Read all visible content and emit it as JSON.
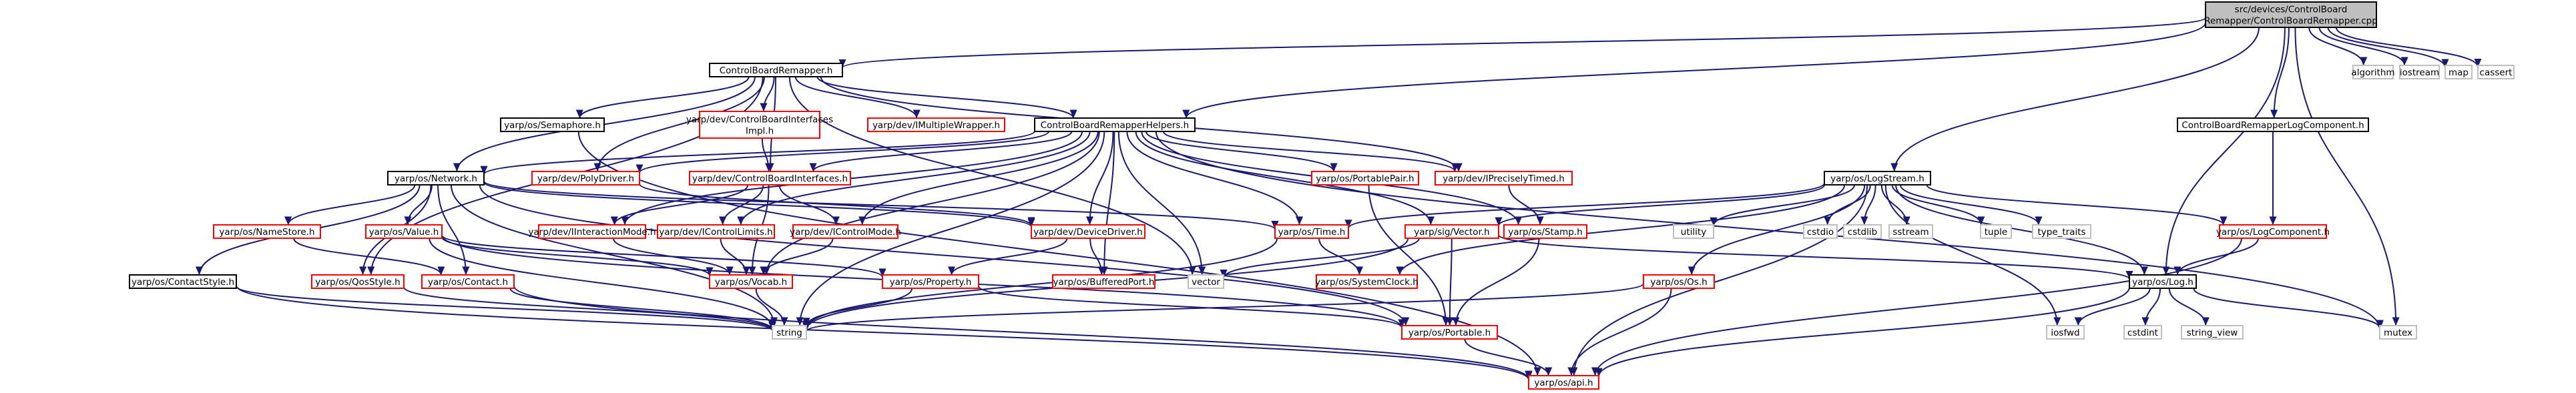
{
  "title": "src/devices/ControlBoardRemapper/ControlBoardRemapper.cpp",
  "colors": {
    "edge": "#191970",
    "root_fill": "#bfbfbf",
    "black_border": "#000000",
    "red_border": "#ff0000",
    "gray_border": "#bfbfbf"
  },
  "nodes": {
    "root": [
      "src/devices/ControlBoard",
      "Remapper/ControlBoardRemapper.cpp"
    ],
    "algorithm": [
      "algorithm"
    ],
    "iostream": [
      "iostream"
    ],
    "map": [
      "map"
    ],
    "cassert": [
      "cassert"
    ],
    "cbr_h": [
      "ControlBoardRemapper.h"
    ],
    "cbr_helpers": [
      "ControlBoardRemapperHelpers.h"
    ],
    "cbr_logcomp": [
      "ControlBoardRemapperLogComponent.h"
    ],
    "semaphore": [
      "yarp/os/Semaphore.h"
    ],
    "cbi_impl": [
      "yarp/dev/ControlBoardInterfaces",
      "Impl.h"
    ],
    "imultiplewrapper": [
      "yarp/dev/IMultipleWrapper.h"
    ],
    "network": [
      "yarp/os/Network.h"
    ],
    "polydriver": [
      "yarp/dev/PolyDriver.h"
    ],
    "cbi": [
      "yarp/dev/ControlBoardInterfaces.h"
    ],
    "portablepair": [
      "yarp/os/PortablePair.h"
    ],
    "ipreciselytimed": [
      "yarp/dev/IPreciselyTimed.h"
    ],
    "logstream": [
      "yarp/os/LogStream.h"
    ],
    "namestore": [
      "yarp/os/NameStore.h"
    ],
    "value": [
      "yarp/os/Value.h"
    ],
    "interactionmode": [
      "yarp/dev/IInteractionMode.h"
    ],
    "icontrollimits": [
      "yarp/dev/IControlLimits.h"
    ],
    "icontrolmode": [
      "yarp/dev/IControlMode.h"
    ],
    "devicedriver": [
      "yarp/dev/DeviceDriver.h"
    ],
    "time": [
      "yarp/os/Time.h"
    ],
    "vector": [
      "yarp/sig/Vector.h"
    ],
    "stamp": [
      "yarp/os/Stamp.h"
    ],
    "utility": [
      "utility"
    ],
    "cstdio": [
      "cstdio"
    ],
    "cstdlib": [
      "cstdlib"
    ],
    "sstream": [
      "sstream"
    ],
    "tuple": [
      "tuple"
    ],
    "type_traits": [
      "type_traits"
    ],
    "logcomponent": [
      "yarp/os/LogComponent.h"
    ],
    "contactstyle": [
      "yarp/os/ContactStyle.h"
    ],
    "qosstyle": [
      "yarp/os/QosStyle.h"
    ],
    "contact": [
      "yarp/os/Contact.h"
    ],
    "vocab": [
      "yarp/os/Vocab.h"
    ],
    "property": [
      "yarp/os/Property.h"
    ],
    "bufferedport": [
      "yarp/os/BufferedPort.h"
    ],
    "vector_std": [
      "vector"
    ],
    "systemclock": [
      "yarp/os/SystemClock.h"
    ],
    "os": [
      "yarp/os/Os.h"
    ],
    "log": [
      "yarp/os/Log.h"
    ],
    "string": [
      "string"
    ],
    "portable": [
      "yarp/os/Portable.h"
    ],
    "iosfwd": [
      "iosfwd"
    ],
    "cstdint": [
      "cstdint"
    ],
    "string_view": [
      "string_view"
    ],
    "mutex": [
      "mutex"
    ],
    "api": [
      "yarp/os/api.h"
    ]
  }
}
